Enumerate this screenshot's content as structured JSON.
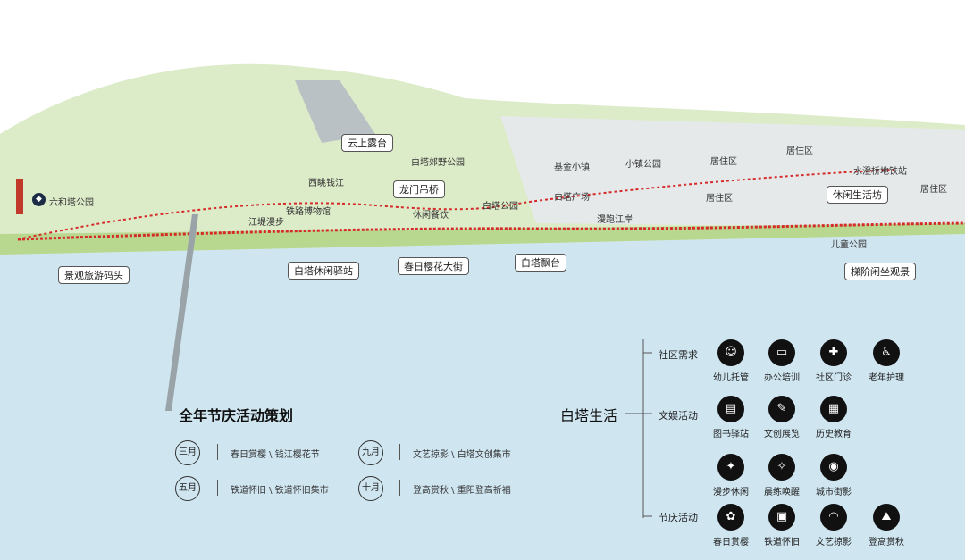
{
  "map": {
    "places": [
      "六和塔公园",
      "江堤漫步",
      "铁路博物馆",
      "西眺钱江",
      "白塔郊野公园",
      "休闲餐饮",
      "白塔公园",
      "基金小镇",
      "小镇公园",
      "白塔广场",
      "漫跑江岸",
      "居住区",
      "居住区",
      "居住区",
      "居住区",
      "水澄桥地铁站",
      "儿童公园"
    ],
    "callouts": [
      "云上露台",
      "龙门吊桥",
      "白塔休闲驿站",
      "春日樱花大街",
      "白塔飘台",
      "休闲生活坊",
      "梯阶闲坐观景",
      "景观旅游码头"
    ]
  },
  "festival": {
    "title": "全年节庆活动策划",
    "rows": [
      {
        "month": "三月",
        "events": "春日赏樱 \\ 钱江樱花节"
      },
      {
        "month": "九月",
        "events": "文艺掠影 \\ 白塔文创集市"
      },
      {
        "month": "五月",
        "events": "铁道怀旧 \\ 铁道怀旧集市"
      },
      {
        "month": "十月",
        "events": "登高赏秋 \\ 重阳登高祈福"
      }
    ]
  },
  "life": {
    "title": "白塔生活",
    "categories": [
      {
        "name": "社区需求",
        "items": [
          "幼儿托管",
          "办公培训",
          "社区门诊",
          "老年护理"
        ]
      },
      {
        "name": "文娱活动",
        "items": [
          "图书驿站",
          "文创展览",
          "历史教育",
          "漫步休闲",
          "晨练唤醒",
          "城市街影"
        ]
      },
      {
        "name": "节庆活动",
        "items": [
          "春日赏樱",
          "铁道怀旧",
          "文艺掠影",
          "登高赏秋"
        ]
      }
    ]
  },
  "colors": {
    "water": "#cfe6f1",
    "land": "#dcebc8",
    "route": "#d62a2a",
    "icon": "#1b2c44"
  }
}
